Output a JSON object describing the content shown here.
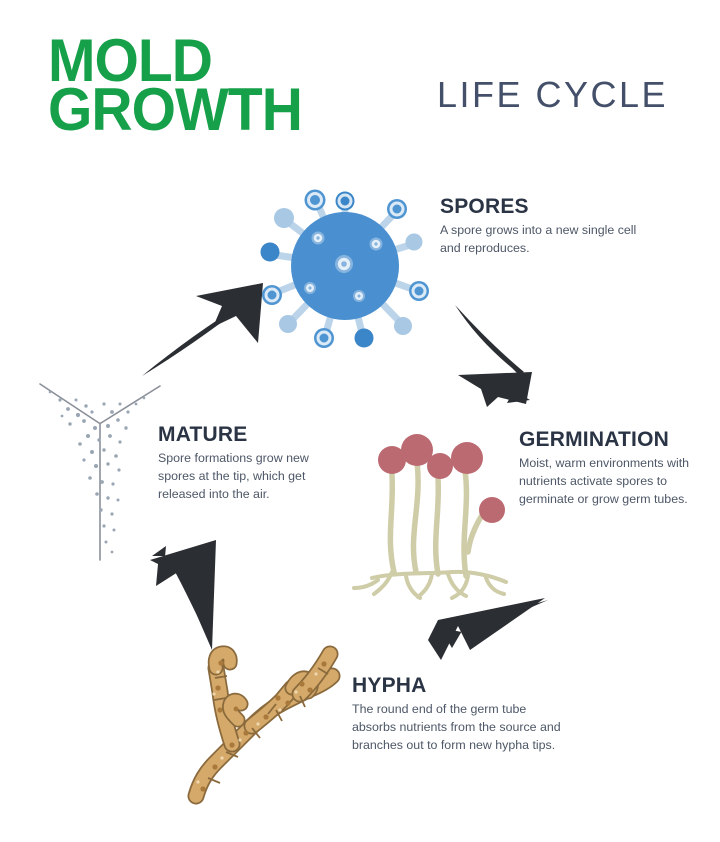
{
  "header": {
    "title_line1": "MOLD",
    "title_line2": "GROWTH",
    "subtitle": "LIFE CYCLE",
    "title_color": "#17a04a",
    "subtitle_color": "#44506a"
  },
  "theme": {
    "heading_color": "#2a3444",
    "body_color": "#4d5767",
    "arrow_color": "#2b2e33",
    "spore_blue": "#4a90d0",
    "spore_blue_dark": "#3a86c8",
    "spore_blue_light": "#a8c8e4",
    "sporangia_head": "#bc6a72",
    "sporangia_stalk": "#cfcca8",
    "hypha_fill": "#d4a96a",
    "hypha_outline": "#8a6a3c",
    "mature_line": "#8a8f99",
    "background": "#ffffff"
  },
  "stages": [
    {
      "id": "spores",
      "heading": "SPORES",
      "body": "A spore grows into a new single cell and reproduces.",
      "figure": "spore-cluster-illustration"
    },
    {
      "id": "germination",
      "heading": "GERMINATION",
      "body": "Moist, warm environments with nutrients activate spores to germinate or grow germ tubes.",
      "figure": "sporangia-sprouts-illustration"
    },
    {
      "id": "hypha",
      "heading": "HYPHA",
      "body": "The round end of the germ tube absorbs nutrients from the source and branches out to form new hypha tips.",
      "figure": "branching-hypha-illustration"
    },
    {
      "id": "mature",
      "heading": "MATURE",
      "body": "Spore formations grow new spores at the tip, which get released into the air.",
      "figure": "wall-corner-spore-release-illustration"
    }
  ],
  "arrows": [
    {
      "id": "mature-to-spores",
      "direction": "up-right"
    },
    {
      "id": "spores-to-germination",
      "direction": "down-right"
    },
    {
      "id": "germination-to-hypha",
      "direction": "down-left"
    },
    {
      "id": "hypha-to-mature",
      "direction": "up-left"
    }
  ]
}
